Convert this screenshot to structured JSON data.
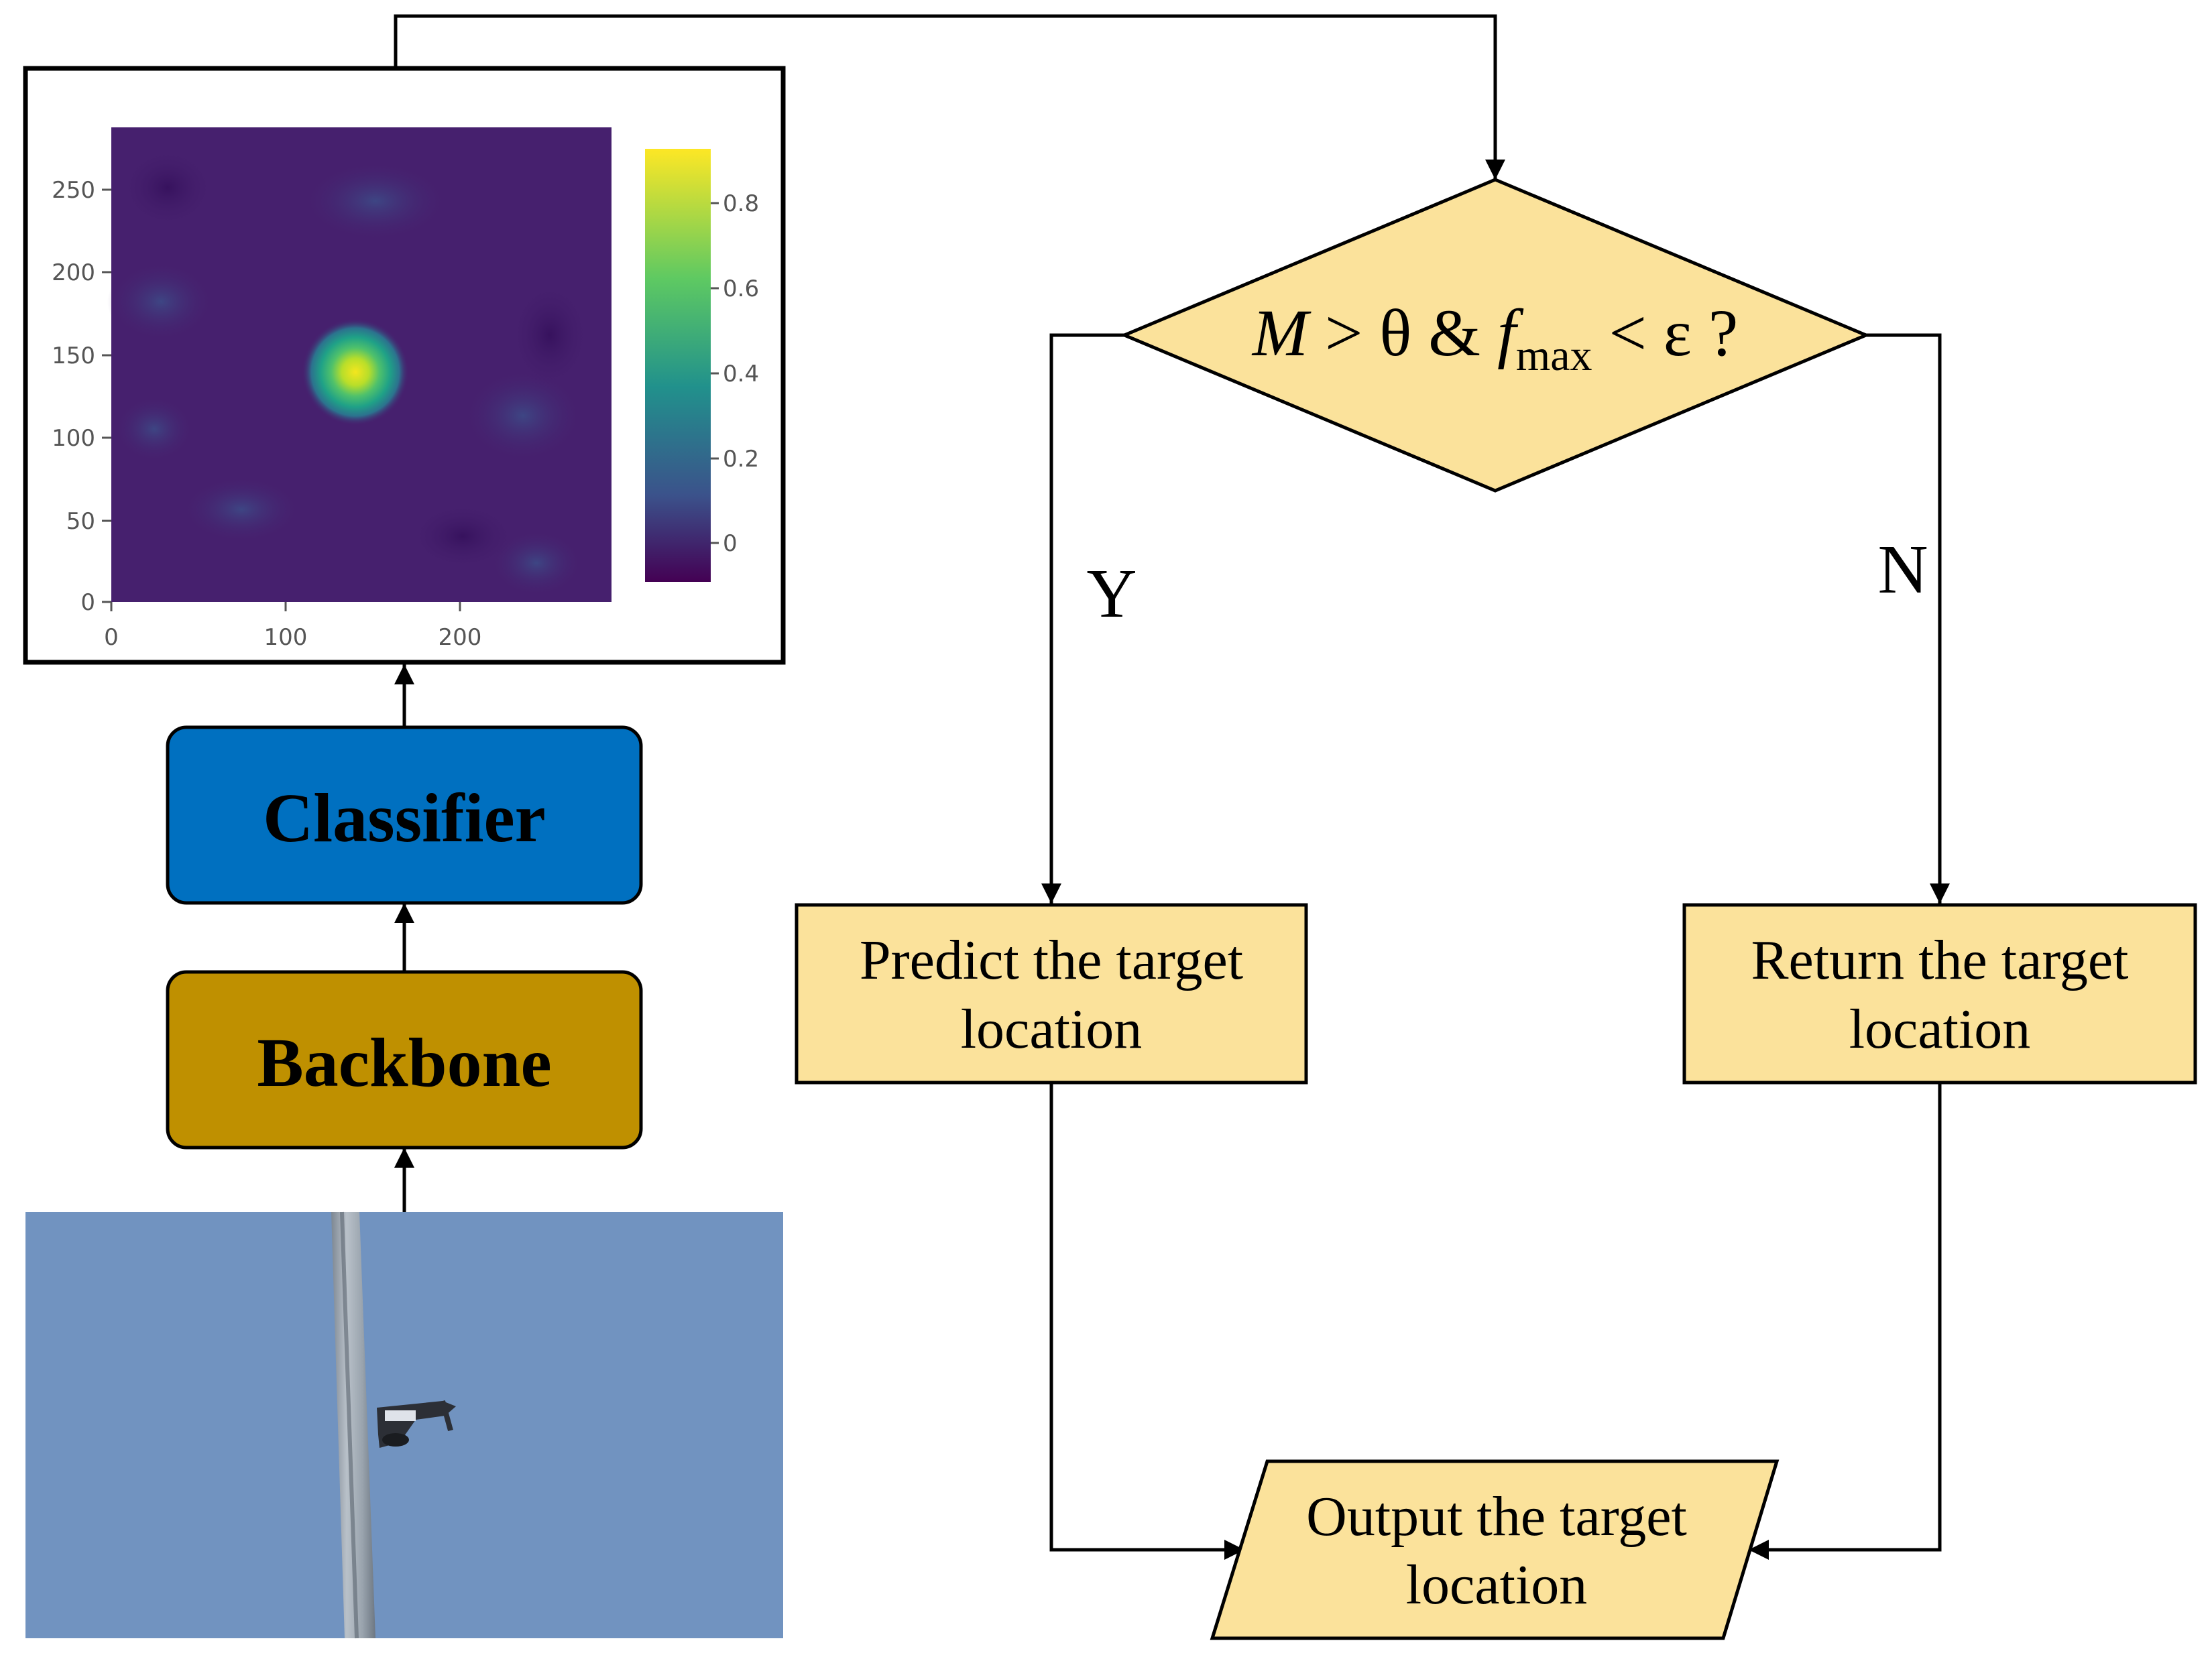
{
  "heatmap": {
    "x_ticks": [
      "0",
      "100",
      "200"
    ],
    "y_ticks": [
      "250",
      "200",
      "150",
      "100",
      "50",
      "0"
    ],
    "colorbar_ticks": [
      "0.8",
      "0.6",
      "0.4",
      "0.2",
      "0"
    ]
  },
  "blocks": {
    "classifier": "Classifier",
    "backbone": "Backbone"
  },
  "decision": {
    "text_M": "M",
    "text_mid": " > θ & ",
    "text_f": "f",
    "text_sub": "max",
    "text_end": " < ε ?"
  },
  "branches": {
    "yes": "Y",
    "no": "N"
  },
  "process_predict": {
    "line1": "Predict the target",
    "line2": "location"
  },
  "process_return": {
    "line1": "Return the target",
    "line2": "location"
  },
  "output": {
    "line1": "Output the target",
    "line2": "location"
  },
  "colors": {
    "decision_fill": "#fbe29b",
    "classifier_fill": "#0070c0",
    "backbone_fill": "#bf9000",
    "heatmap_bg": "#46206e",
    "sky": "#6c8fbd"
  }
}
